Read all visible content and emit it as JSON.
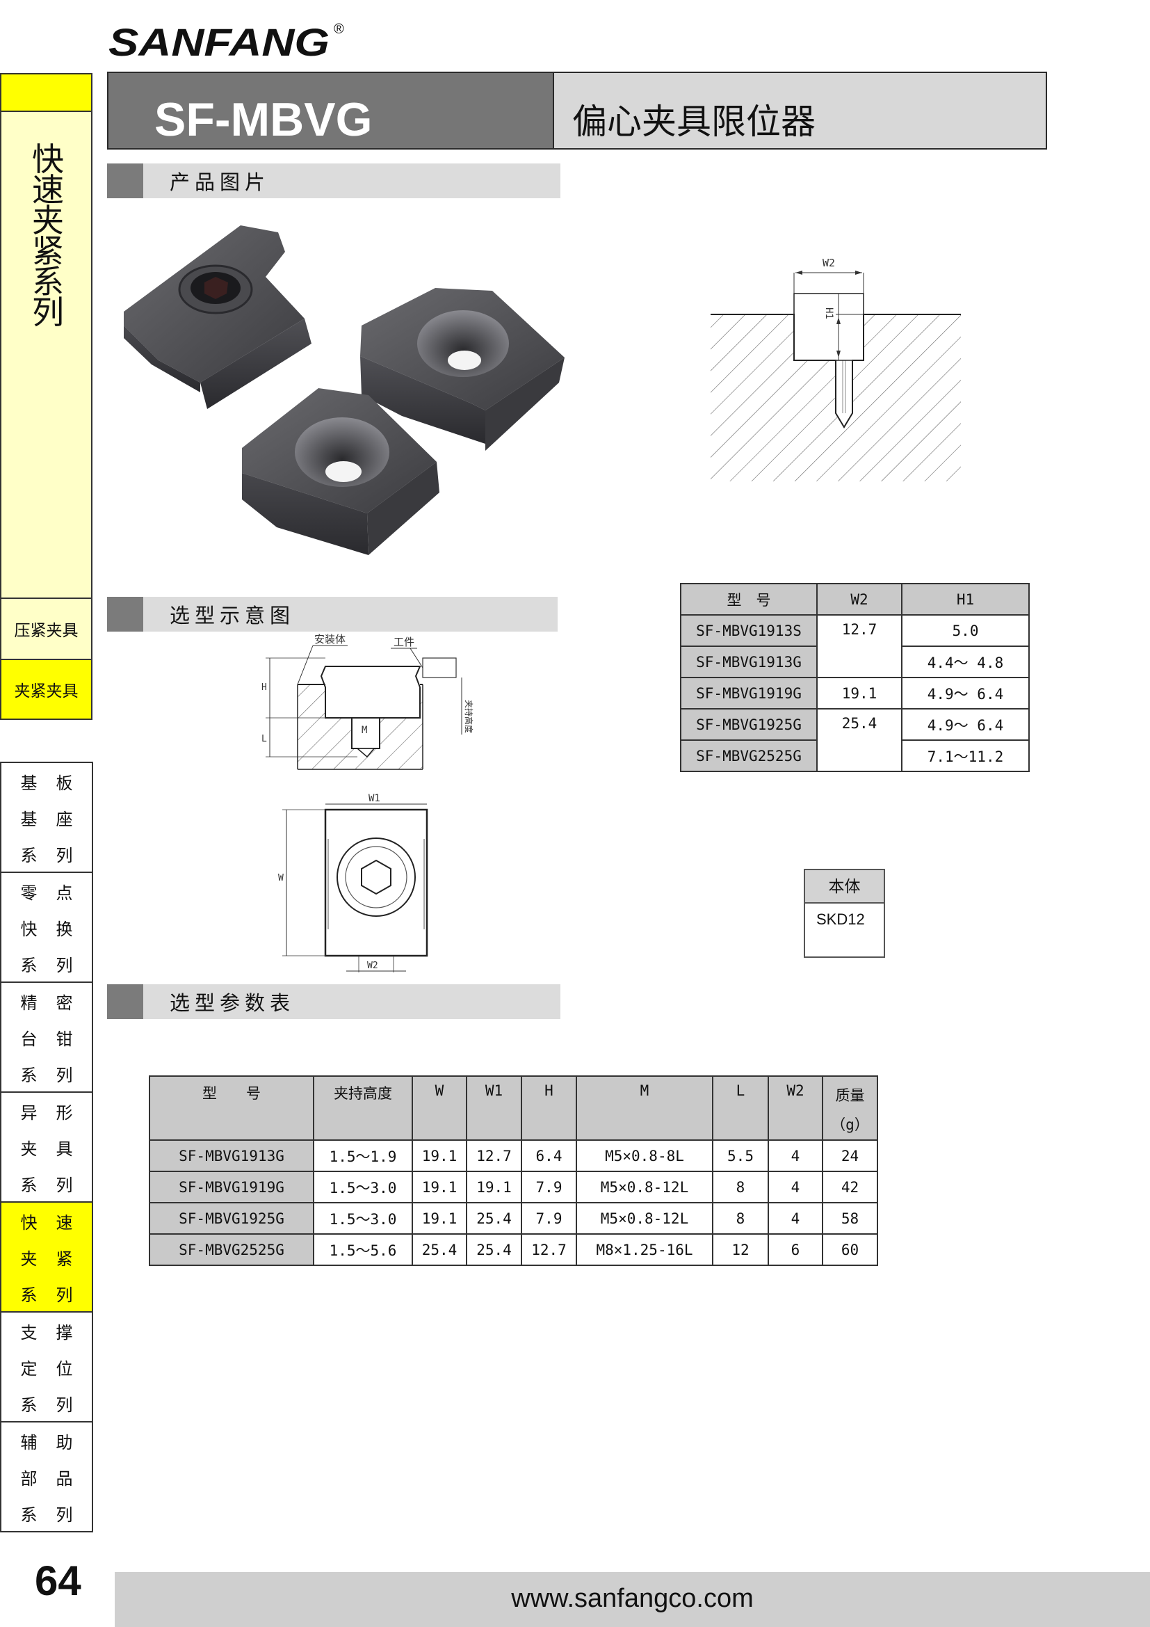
{
  "brand": {
    "logo_text": "SANFANG",
    "reg_mark": "®"
  },
  "title": {
    "code": "SF-MBVG",
    "name": "偏心夹具限位器"
  },
  "sections": {
    "photo": "产品图片",
    "diagram": "选型示意图",
    "params": "选型参数表"
  },
  "left_tab": {
    "vertical": [
      "快",
      "速",
      "夹",
      "紧",
      "系",
      "列"
    ],
    "sub1": "压紧夹具",
    "sub2": "夹紧夹具"
  },
  "nav": [
    {
      "lines": [
        [
          "基",
          "板"
        ],
        [
          "基",
          "座"
        ],
        [
          "系",
          "列"
        ]
      ],
      "active": false
    },
    {
      "lines": [
        [
          "零",
          "点"
        ],
        [
          "快",
          "换"
        ],
        [
          "系",
          "列"
        ]
      ],
      "active": false
    },
    {
      "lines": [
        [
          "精",
          "密"
        ],
        [
          "台",
          "钳"
        ],
        [
          "系",
          "列"
        ]
      ],
      "active": false
    },
    {
      "lines": [
        [
          "异",
          "形"
        ],
        [
          "夹",
          "具"
        ],
        [
          "系",
          "列"
        ]
      ],
      "active": false
    },
    {
      "lines": [
        [
          "快",
          "速"
        ],
        [
          "夹",
          "紧"
        ],
        [
          "系",
          "列"
        ]
      ],
      "active": true
    },
    {
      "lines": [
        [
          "支",
          "撑"
        ],
        [
          "定",
          "位"
        ],
        [
          "系",
          "列"
        ]
      ],
      "active": false
    },
    {
      "lines": [
        [
          "辅",
          "助"
        ],
        [
          "部",
          "品"
        ],
        [
          "系",
          "列"
        ]
      ],
      "active": false
    }
  ],
  "drawing_labels": {
    "w2": "W2",
    "h1": "H1",
    "mount": "安装体",
    "work": "工件",
    "h": "H",
    "l": "L",
    "m": "M",
    "w1": "W1",
    "w": "W",
    "clamp": "夹持高度",
    "w2b": "W2"
  },
  "small_table": {
    "headers": [
      "型　号",
      "W2",
      "H1"
    ],
    "models": [
      "SF-MBVG1913S",
      "SF-MBVG1913G",
      "SF-MBVG1919G",
      "SF-MBVG1925G",
      "SF-MBVG2525G"
    ],
    "w2": [
      "12.7",
      "19.1",
      "25.4"
    ],
    "h1": [
      "5.0",
      "4.4～ 4.8",
      "4.9～ 6.4",
      "4.9～ 6.4",
      "7.1～11.2"
    ]
  },
  "material": {
    "header": "本体",
    "value": "SKD12"
  },
  "param_table": {
    "headers": [
      "型　　号",
      "夹持高度",
      "W",
      "W1",
      "H",
      "M",
      "L",
      "W2",
      "质量",
      "（g）"
    ],
    "rows": [
      [
        "SF-MBVG1913G",
        "1.5～1.9",
        "19.1",
        "12.7",
        "6.4",
        "M5×0.8-8L",
        "5.5",
        "4",
        "24"
      ],
      [
        "SF-MBVG1919G",
        "1.5～3.0",
        "19.1",
        "19.1",
        "7.9",
        "M5×0.8-12L",
        "8",
        "4",
        "42"
      ],
      [
        "SF-MBVG1925G",
        "1.5～3.0",
        "19.1",
        "25.4",
        "7.9",
        "M5×0.8-12L",
        "8",
        "4",
        "58"
      ],
      [
        "SF-MBVG2525G",
        "1.5～5.6",
        "25.4",
        "25.4",
        "12.7",
        "M8×1.25-16L",
        "12",
        "6",
        "60"
      ]
    ]
  },
  "footer": {
    "page": "64",
    "url": "www.sanfangco.com"
  }
}
